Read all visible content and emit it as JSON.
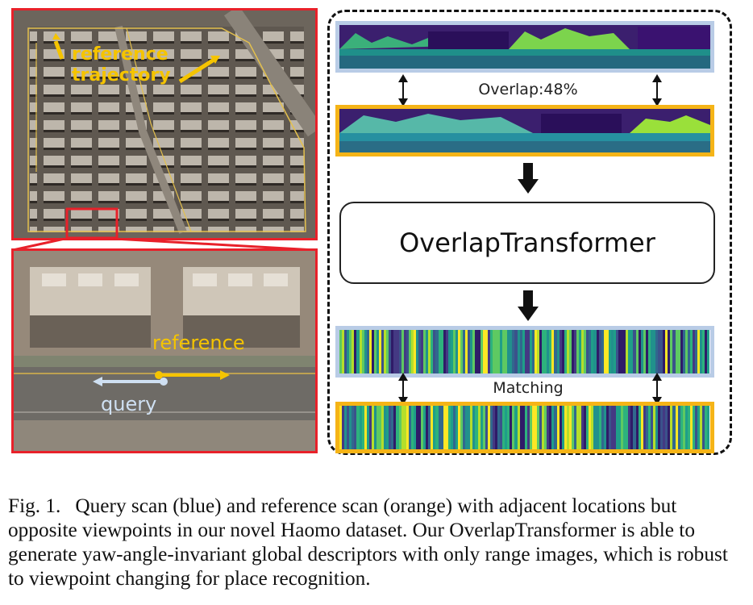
{
  "figure": {
    "satellite_top": {
      "label_line1": "reference",
      "label_line2": "trajectory"
    },
    "satellite_bottom": {
      "reference_label": "reference",
      "query_label": "query"
    },
    "pipeline": {
      "overlap_label": "Overlap:48%",
      "model_name": "OverlapTransformer",
      "matching_label": "Matching"
    },
    "colors": {
      "query": "#b9cce6",
      "reference": "#f5b417",
      "zoom_box": "#e8212a"
    }
  },
  "caption": {
    "number": "Fig. 1.",
    "text": "Query scan (blue) and reference scan (orange) with adjacent locations but opposite viewpoints in our novel Haomo dataset. Our OverlapTransformer is able to generate yaw-angle-invariant global descriptors with only range images, which is robust to viewpoint changing for place recognition."
  }
}
